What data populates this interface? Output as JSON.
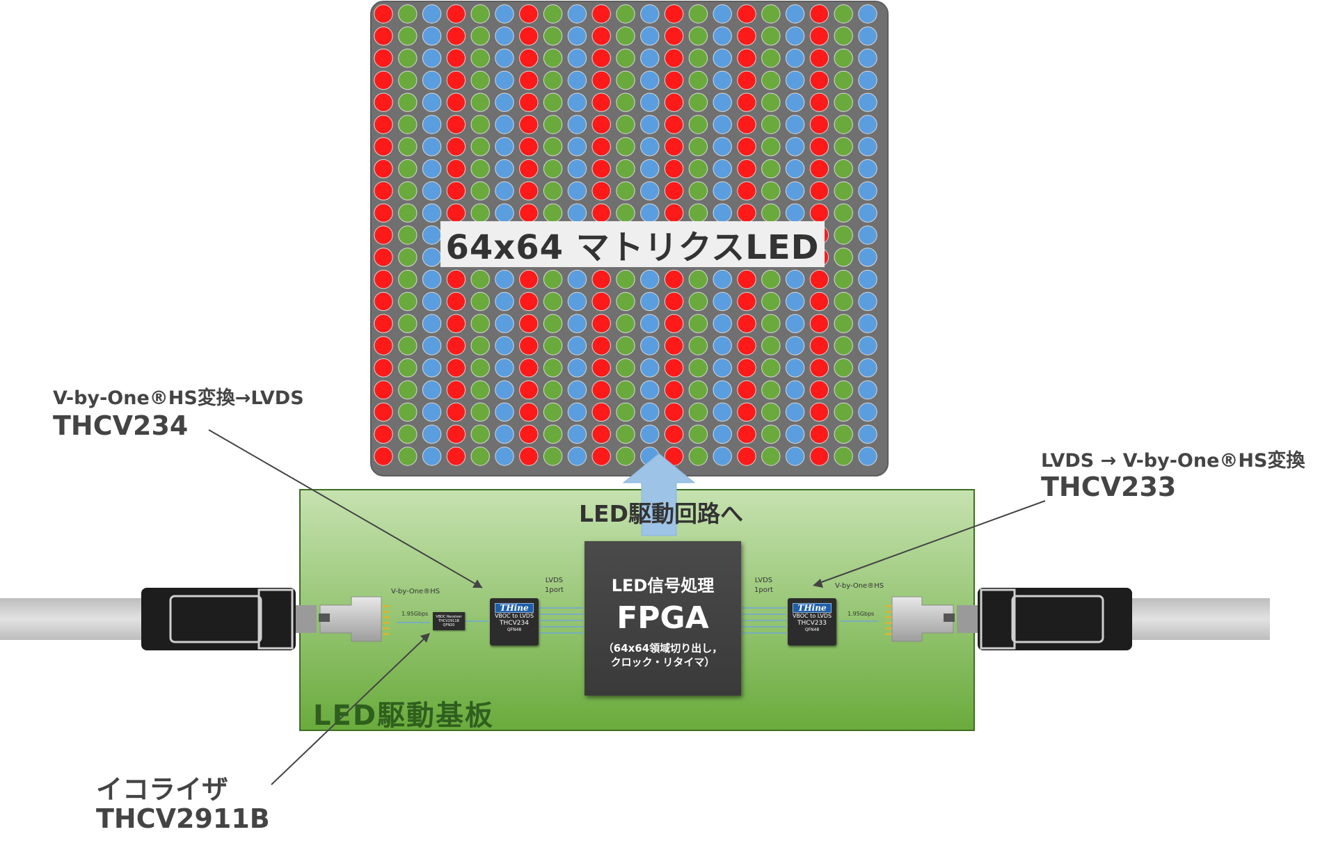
{
  "matrix": {
    "label": "64x64 マトリクスLED",
    "rows": 21,
    "cols": 21,
    "led_colors": [
      "#ff1a1a",
      "#6aaa3c",
      "#5a9ee0"
    ],
    "panel_color": "#707070"
  },
  "board": {
    "title": "LED駆動基板",
    "arrow_label": "LED駆動回路へ",
    "arrow_color": "#9dc3e6",
    "fpga": {
      "line1": "LED信号処理",
      "line2": "FPGA",
      "line3a": "（64x64領域切り出し，",
      "line3b": "クロック・リタイマ）"
    },
    "left_chip": {
      "logo": "THine",
      "sub1": "VBOC to LVDS",
      "sub2": "THCV234",
      "sub3": "QFN48"
    },
    "right_chip": {
      "logo": "THine",
      "sub1": "VBOC to LVDS",
      "sub2": "THCV233",
      "sub3": "QFN48"
    },
    "eq_chip": {
      "line1": "VBOC Receiver",
      "line2": "THCV2911B",
      "line3": "QFN20"
    },
    "left_link_label": "V-by-One®HS",
    "right_link_label": "V-by-One®HS",
    "left_rate": "1.95Gbps",
    "right_rate": "1.95Gbps",
    "left_lvds": {
      "line1": "LVDS",
      "line2": "1port"
    },
    "right_lvds": {
      "line1": "LVDS",
      "line2": "1port"
    }
  },
  "callouts": {
    "left_top": {
      "line1": "V-by-One®HS変換→LVDS",
      "line2": "THCV234"
    },
    "right_top": {
      "line1": "LVDS → V-by-One®HS変換",
      "line2": "THCV233"
    },
    "bottom_left": {
      "line1": "イコライザ",
      "line2": "THCV2911B"
    }
  }
}
